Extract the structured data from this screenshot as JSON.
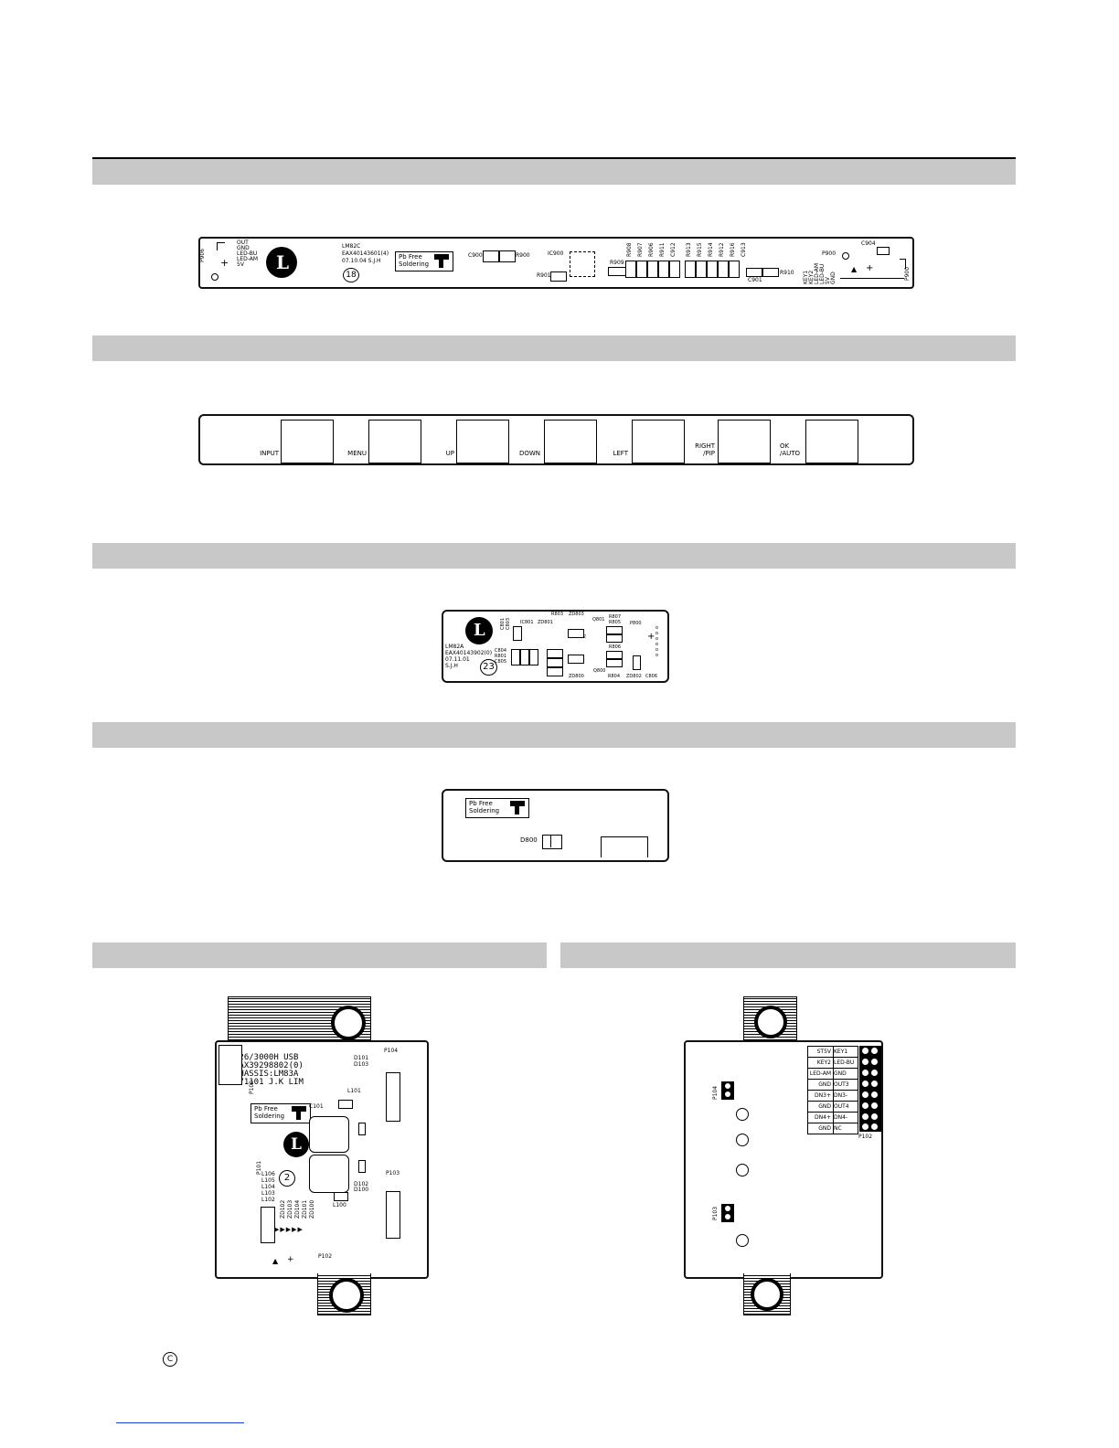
{
  "boards": {
    "control": {
      "pb_free": [
        "Pb Free",
        "Soldering"
      ],
      "id": [
        "LM82C",
        "EAX40143601(4)",
        "07.10.04 S.J.H"
      ],
      "num": "18",
      "pins": [
        "OUT",
        "GND",
        "LED-BU",
        "LED-AM",
        "5V"
      ],
      "refs": [
        "C900",
        "R900",
        "IC900",
        "R901",
        "R909",
        "R908",
        "R907",
        "R906",
        "R911",
        "C912",
        "R913",
        "R915",
        "R914",
        "R912",
        "R916",
        "C913",
        "C901",
        "R910",
        "P900",
        "C904"
      ],
      "pins_right": [
        "KEY1",
        "KEY2",
        "LED-AM",
        "LED-BU",
        "5V",
        "GND"
      ],
      "edge": [
        "P906",
        "P900"
      ]
    },
    "keys": {
      "labels": [
        "INPUT",
        "MENU",
        "UP",
        "DOWN",
        "LEFT",
        "RIGHT\n/PIP",
        "OK\n/AUTO"
      ]
    },
    "ir": {
      "id": [
        "LM82A",
        "EAX40143902(0)",
        "07.11.01",
        "S.J.H"
      ],
      "num": "23",
      "refs": [
        "R803",
        "ZD803",
        "Q801",
        "R807",
        "R805",
        "IC801",
        "ZD801",
        "P800",
        "C804",
        "R802",
        "R806",
        "R801",
        "C805",
        "ZD800",
        "Q800",
        "R804",
        "ZD802",
        "C806",
        "C801",
        "C803"
      ]
    },
    "led": {
      "pb_free": [
        "Pb Free",
        "Soldering"
      ],
      "ref": "D800"
    },
    "usb_top": {
      "id": [
        "W26/3000H USB",
        "EAX39298802(0)",
        "CHASSIS:LM83A",
        "071101 J.K LIM"
      ],
      "pb_free": [
        "Pb Free",
        "Soldering"
      ],
      "num": "2",
      "refs": [
        "P104",
        "D101",
        "D103",
        "L101",
        "C101",
        "D102",
        "D100",
        "P103",
        "L100",
        "P100",
        "P101",
        "P102",
        "L106",
        "L105",
        "L104",
        "L103",
        "L102",
        "ZD102",
        "ZD103",
        "ZD104",
        "ZD101",
        "ZD100"
      ]
    },
    "usb_bottom": {
      "connector": [
        [
          "ST5V",
          "KEY1"
        ],
        [
          "KEY2",
          "LED-BU"
        ],
        [
          "LED-AM",
          "GND"
        ],
        [
          "GND",
          "OUT3"
        ],
        [
          "DN3+",
          "DN3-"
        ],
        [
          "GND",
          "OUT4"
        ],
        [
          "DN4+",
          "DN4-"
        ],
        [
          "GND",
          "NC"
        ]
      ],
      "refs": [
        "P102",
        "P104",
        "P103"
      ]
    }
  }
}
